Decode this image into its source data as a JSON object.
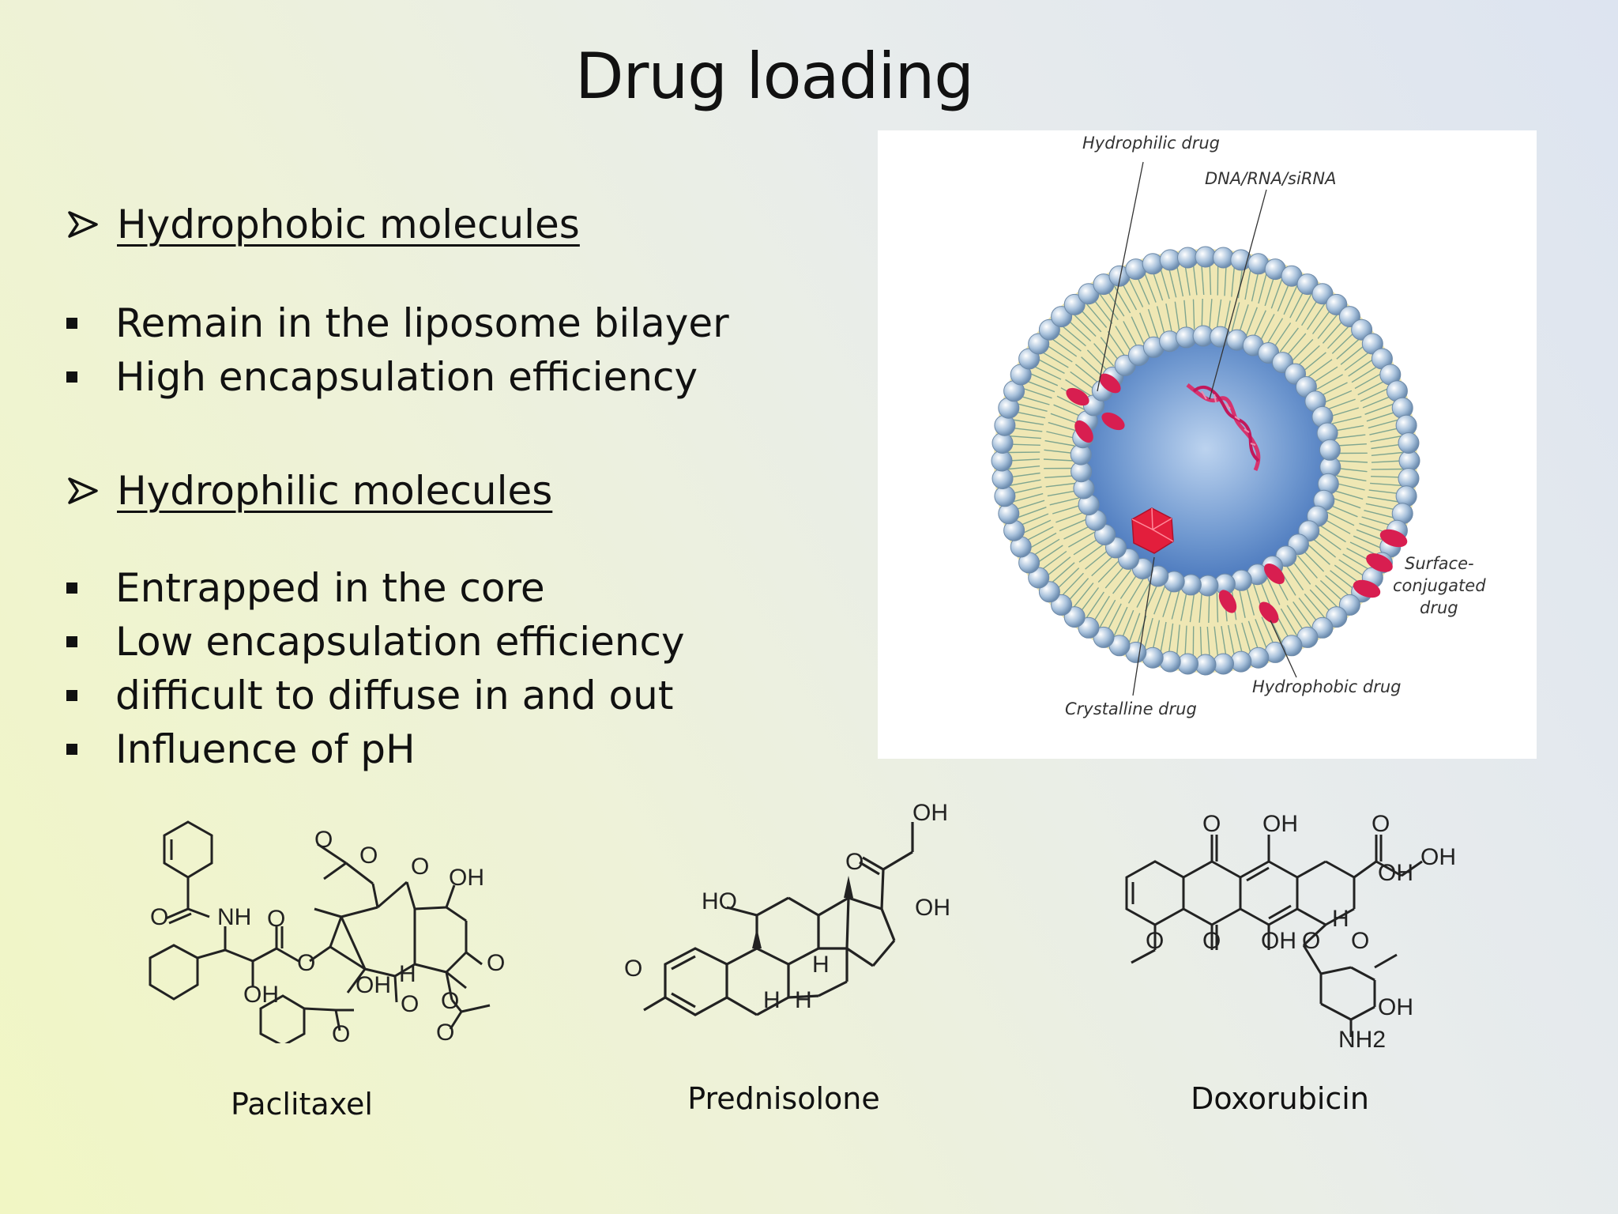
{
  "slide": {
    "title": "Drug loading",
    "sections": [
      {
        "heading": "Hydrophobic molecules",
        "bullets": [
          "Remain in the liposome bilayer",
          "High encapsulation efficiency"
        ]
      },
      {
        "heading": "Hydrophilic molecules",
        "bullets": [
          "Entrapped in the core",
          "Low encapsulation efficiency",
          "difficult to diffuse in and out",
          "Influence of pH"
        ]
      }
    ]
  },
  "diagram": {
    "labels": {
      "hydrophilic": "Hydrophilic drug",
      "dna": "DNA/RNA/siRNA",
      "surface1": "Surface-",
      "surface2": "conjugated",
      "surface3": "drug",
      "hydrophobic": "Hydrophobic drug",
      "crystalline": "Crystalline drug"
    }
  },
  "molecules": [
    {
      "name": "Paclitaxel"
    },
    {
      "name": "Prednisolone"
    },
    {
      "name": "Doxorubicin"
    }
  ],
  "chem_labels": {
    "nh": "NH",
    "oh": "OH",
    "o": "O",
    "ho": "HO",
    "h": "H",
    "nh2": "NH2"
  },
  "colors": {
    "bilayer": "#efe7b4",
    "core": "#6e97cf",
    "head": "#9fbad6",
    "drug": "#d81e50"
  }
}
